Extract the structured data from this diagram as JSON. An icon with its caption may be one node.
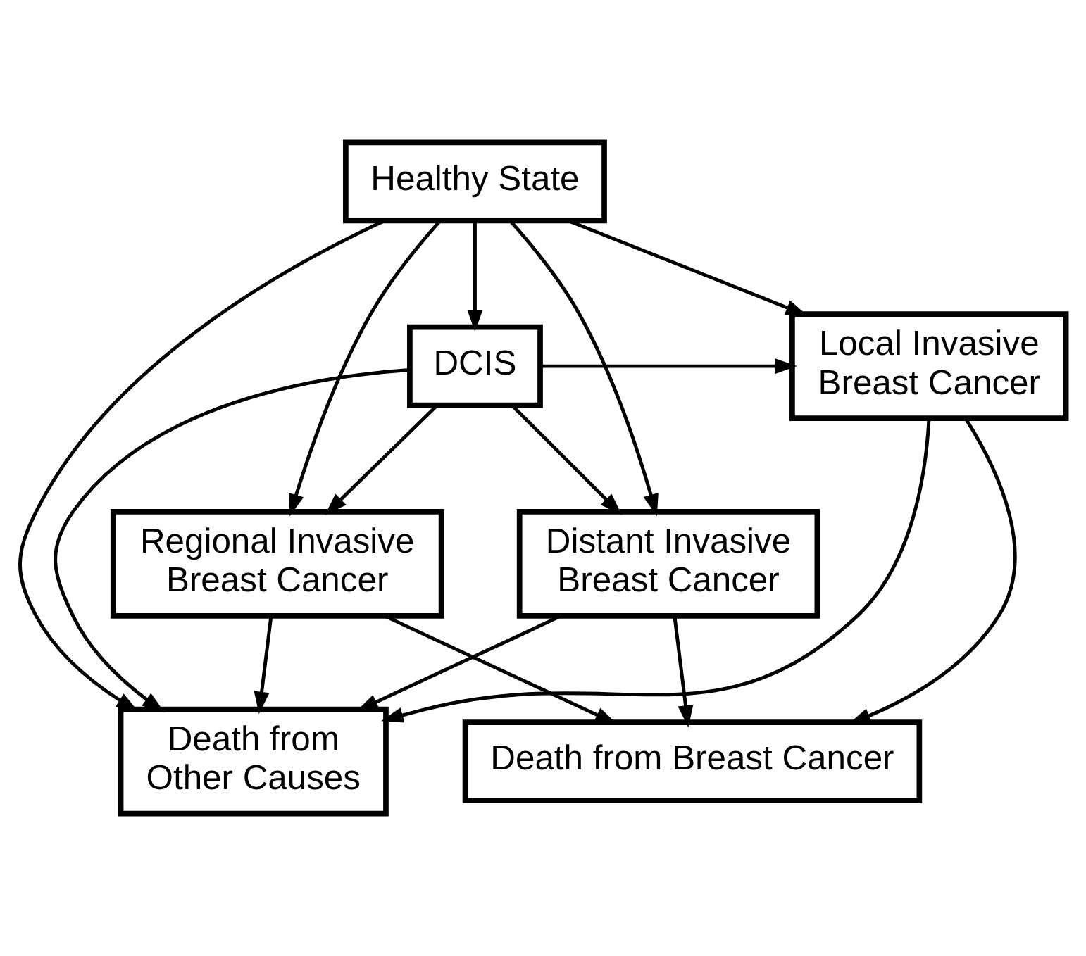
{
  "diagram": {
    "nodes": [
      {
        "text": [
          "Healthy State"
        ]
      },
      {
        "text": [
          "DCIS"
        ]
      },
      {
        "text": [
          "Local Invasive Breast Cancer"
        ]
      },
      {
        "text": [
          "Regional Invasive Breast Cancer"
        ]
      },
      {
        "text": [
          "Distant Invasive Breast Cancer"
        ]
      },
      {
        "text": [
          "Death from Other Causes"
        ]
      },
      {
        "text": [
          "Death from Breast Cancer"
        ]
      }
    ],
    "edges": [
      {
        "from": 0,
        "to": 1,
        "arrow": "to"
      },
      {
        "from": 0,
        "to": 2,
        "arrow": "to"
      },
      {
        "from": 0,
        "to": 3,
        "arrow": "to"
      },
      {
        "from": 0,
        "to": 4,
        "arrow": "to"
      },
      {
        "from": 0,
        "to": 5,
        "arrow": "to"
      },
      {
        "from": 1,
        "to": 2,
        "arrow": "to"
      },
      {
        "from": 1,
        "to": 3,
        "arrow": "to"
      },
      {
        "from": 1,
        "to": 4,
        "arrow": "to"
      },
      {
        "from": 1,
        "to": 5,
        "arrow": "to"
      },
      {
        "from": 2,
        "to": 5,
        "arrow": "to"
      },
      {
        "from": 2,
        "to": 6,
        "arrow": "to"
      },
      {
        "from": 3,
        "to": 5,
        "arrow": "to"
      },
      {
        "from": 3,
        "to": 6,
        "arrow": "to"
      },
      {
        "from": 4,
        "to": 5,
        "arrow": "to"
      },
      {
        "from": 4,
        "to": 6,
        "arrow": "to"
      }
    ]
  }
}
